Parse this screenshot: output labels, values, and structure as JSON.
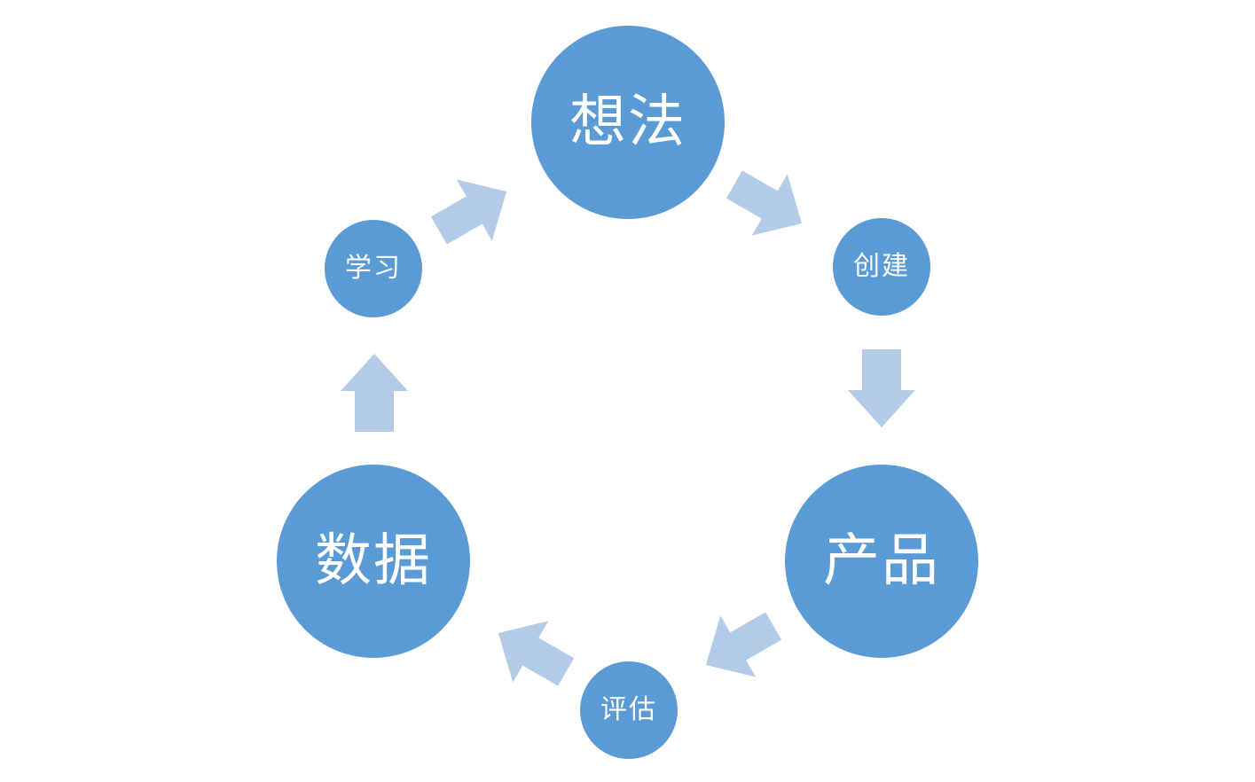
{
  "diagram": {
    "nodes": {
      "idea": "想法",
      "create": "创建",
      "product": "产品",
      "evaluate": "评估",
      "data": "数据",
      "learn": "学习"
    },
    "colors": {
      "node_fill": "#5b9bd5",
      "node_text": "#ffffff",
      "arrow_fill": "#b4cbe8"
    }
  }
}
